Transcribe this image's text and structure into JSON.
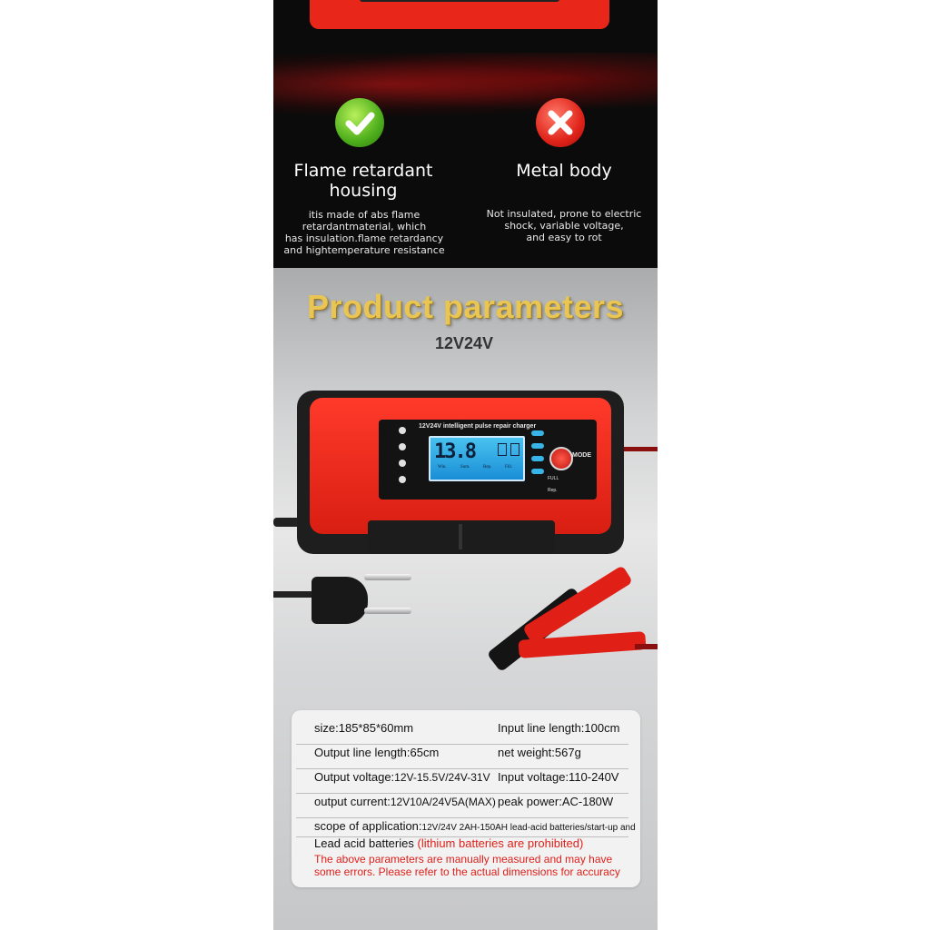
{
  "features": {
    "good": {
      "title": "Flame retardant housing",
      "description": "itis made of abs flame\nretardantmaterial, which\nhas insulation.flame retardancy\nand hightemperature resistance",
      "icon": "checkmark-icon",
      "color": "#4eae1c"
    },
    "bad": {
      "title": "Metal body",
      "description": "Not insulated, prone to electric\nshock, variable voltage,\nand easy to rot",
      "icon": "cross-icon",
      "color": "#e0241a"
    }
  },
  "params": {
    "title": "Product parameters",
    "subtitle": "12V24V"
  },
  "device": {
    "panel_title": "12V24V intelligent pulse repair charger",
    "display_value": "13.8",
    "lcd_labels": [
      "Win.",
      "Sum.",
      "Rep.",
      "Fill."
    ],
    "mode_label": "MODE",
    "status_labels": [
      "FULL",
      "Rep."
    ]
  },
  "specs": {
    "rows": [
      {
        "left_label": "size:185*85*60mm",
        "right_label": "Input line length:100cm"
      },
      {
        "left_label": "Output line length:65cm",
        "right_label": "net weight:567g"
      },
      {
        "left_label": "Output voltage:",
        "left_value": "12V-15.5V/24V-31V",
        "right_label": "Input voltage:110-240V"
      },
      {
        "left_label": "output current:",
        "left_value": "12V10A/24V5A(MAX)",
        "right_label": "peak power:AC-180W"
      }
    ],
    "scope_label": "scope of application:",
    "scope_value": "12V/24V 2AH-150AH lead-acid batteries/start-up and",
    "lead_text": "Lead acid batteries",
    "lithium_warning": "(lithium batteries are prohibited)",
    "disclaimer": "The above parameters are manually measured and may have\nsome errors. Please refer to the actual dimensions for accuracy"
  },
  "colors": {
    "accent_red": "#e0201a",
    "title_gold": "#e9c653",
    "housing_red": "#e8261a"
  }
}
